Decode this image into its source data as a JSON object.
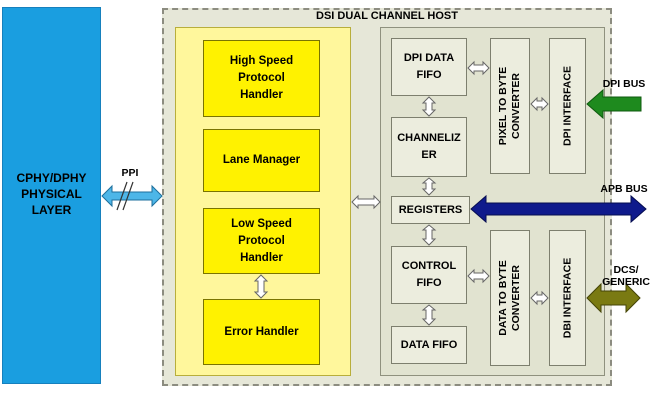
{
  "phy": {
    "label_line1": "CPHY/DPHY",
    "label_line2": "PHYSICAL",
    "label_line3": "LAYER"
  },
  "interface": {
    "ppi": "PPI"
  },
  "host": {
    "title": "DSI DUAL CHANNEL HOST"
  },
  "protocol_blocks": {
    "high_speed_line1": "High Speed",
    "high_speed_line2": "Protocol",
    "high_speed_line3": "Handler",
    "lane_manager": "Lane Manager",
    "low_speed_line1": "Low Speed",
    "low_speed_line2": "Protocol",
    "low_speed_line3": "Handler",
    "error_handler": "Error Handler"
  },
  "channel_blocks": {
    "dpi_fifo_line1": "DPI DATA",
    "dpi_fifo_line2": "FIFO",
    "channelizer_line1": "CHANNELIZ",
    "channelizer_line2": "ER",
    "registers": "REGISTERS",
    "control_fifo_line1": "CONTROL",
    "control_fifo_line2": "FIFO",
    "data_fifo": "DATA FIFO",
    "pixel_converter_line1": "PIXEL TO BYTE",
    "pixel_converter_line2": "CONVERTER",
    "data_converter_line1": "DATA TO BYTE",
    "data_converter_line2": "CONVERTER",
    "dpi_interface": "DPI INTERFACE",
    "dbi_interface": "DBI INTERFACE"
  },
  "external": {
    "dpi_bus": "DPI BUS",
    "apb_bus": "APB BUS",
    "dcs_line1": "DCS/",
    "dcs_line2": "GENERIC"
  },
  "colors": {
    "phy_blue": "#1a9ee0",
    "block_yellow": "#fff200",
    "panel_yellow": "#fff79c",
    "dpi_bus_green": "#1e8a1e",
    "apb_bus_navy": "#0f1a8c",
    "dcs_olive": "#7a7a12",
    "ppi_arrow_blue": "#4db6e8"
  }
}
